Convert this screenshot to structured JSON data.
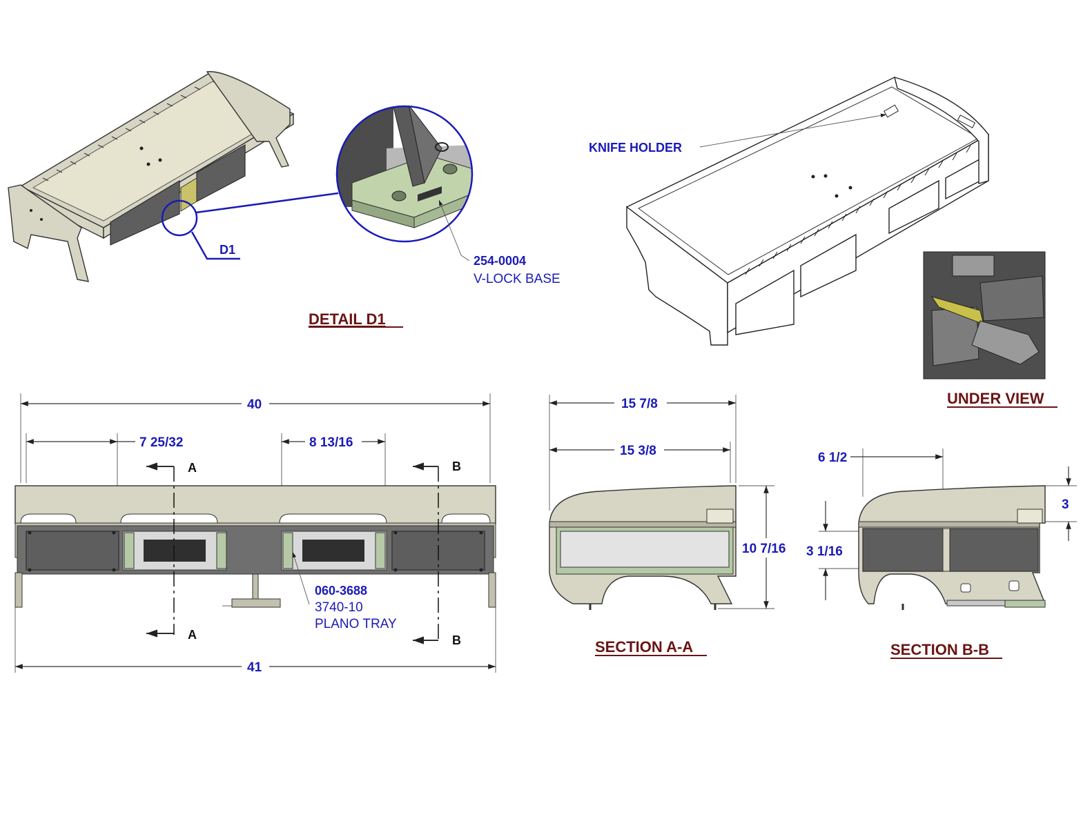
{
  "detail_title": "DETAIL  D1",
  "detail_callout": "D1",
  "vlock": {
    "part": "254-0004",
    "desc": "V-LOCK BASE"
  },
  "knife_holder": "KNIFE HOLDER",
  "under_view_title": "UNDER VIEW",
  "front": {
    "overall_top": "40",
    "overall_bottom": "41",
    "offset_left": "7 25/32",
    "offset_right": "8 13/16",
    "cut_a": "A",
    "cut_b": "B"
  },
  "tray": {
    "part": "060-3688",
    "model": "3740-10",
    "desc": "PLANO TRAY"
  },
  "section_aa": {
    "title": "SECTION A-A",
    "depth_outer": "15 7/8",
    "depth_inner": "15 3/8",
    "height": "10 7/16"
  },
  "section_bb": {
    "title": "SECTION B-B",
    "offset": "6 1/2",
    "top_height": "3",
    "drawer_height": "3 1/16"
  },
  "colors": {
    "dimension": "#1a1ab8",
    "title": "#6a1414",
    "body": "#d7d5c3"
  }
}
